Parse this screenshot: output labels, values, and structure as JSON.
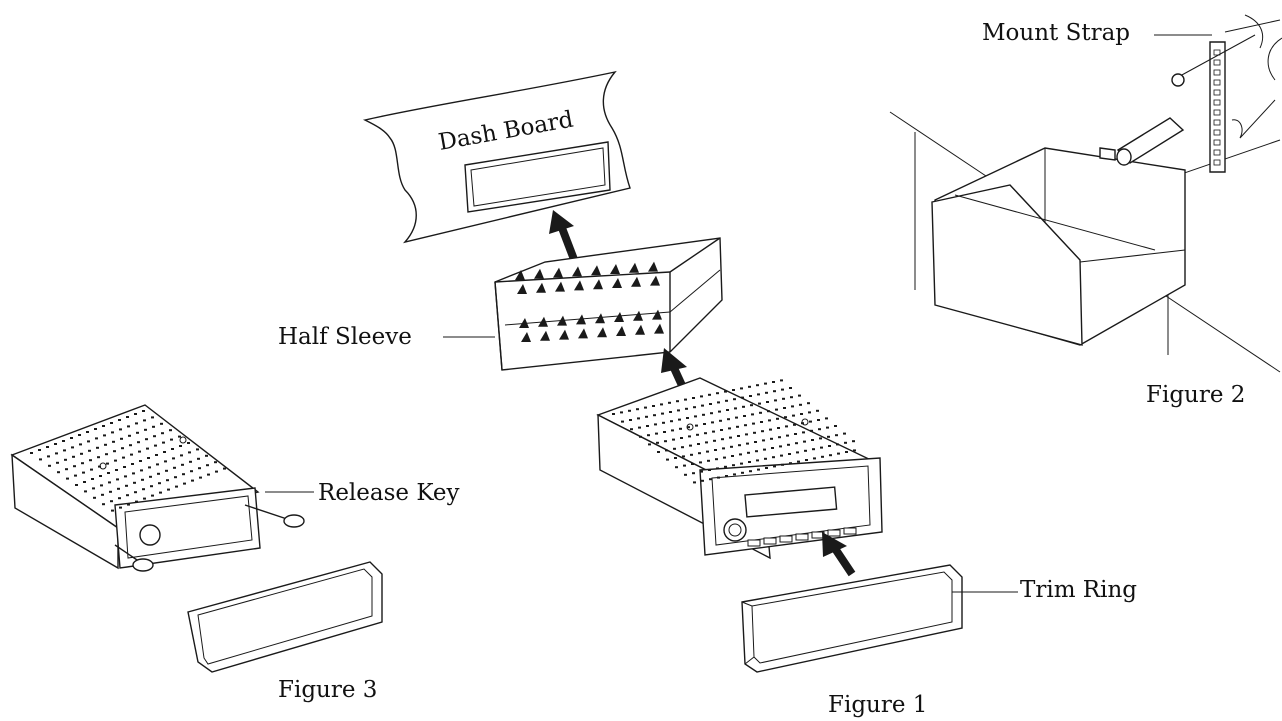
{
  "labels": {
    "dash_board": "Dash Board",
    "half_sleeve": "Half Sleeve",
    "mount_strap": "Mount Strap",
    "release_key": "Release Key",
    "trim_ring": "Trim Ring",
    "figure_1": "Figure 1",
    "figure_2": "Figure 2",
    "figure_3": "Figure 3"
  },
  "colors": {
    "ink": "#1a1a1a",
    "background": "#ffffff"
  }
}
